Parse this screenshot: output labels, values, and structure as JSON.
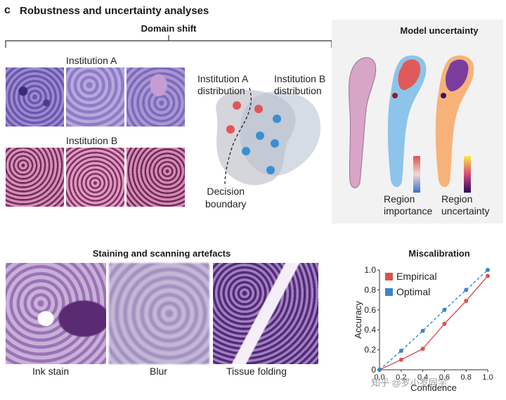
{
  "panel": {
    "letter": "c",
    "title": "Robustness and uncertainty analyses"
  },
  "domain_shift": {
    "title": "Domain shift",
    "institution_a": "Institution A",
    "institution_b": "Institution B",
    "dist_a": [
      "Institution A",
      "distribution"
    ],
    "dist_b": [
      "Institution B",
      "distribution"
    ],
    "boundary": [
      "Decision",
      "boundary"
    ]
  },
  "model_uncertainty": {
    "title": "Model uncertainty",
    "importance": [
      "Region",
      "importance"
    ],
    "uncertainty": [
      "Region",
      "uncertainty"
    ]
  },
  "artefacts": {
    "title": "Staining and scanning artefacts",
    "labels": [
      "Ink stain",
      "Blur",
      "Tissue folding"
    ]
  },
  "watermark": "知乎 @罗小罗同学",
  "chart_data": {
    "type": "line",
    "title": "Miscalibration",
    "xlabel": "Confidence",
    "ylabel": "Accuracy",
    "xlim": [
      0,
      1
    ],
    "ylim": [
      0,
      1
    ],
    "x_ticks": [
      "0.0",
      "0.2",
      "0.4",
      "0.6",
      "0.8",
      "1.0"
    ],
    "y_ticks": [
      "0",
      "0.2",
      "0.4",
      "0.6",
      "0.8",
      "1.0"
    ],
    "legend_position": "top-left",
    "series": [
      {
        "name": "Empirical",
        "color": "#d9534f",
        "style": "solid",
        "x": [
          0.0,
          0.2,
          0.4,
          0.6,
          0.8,
          1.0
        ],
        "y": [
          0.0,
          0.1,
          0.21,
          0.46,
          0.69,
          0.94
        ]
      },
      {
        "name": "Optimal",
        "color": "#3a86c8",
        "style": "dashed",
        "x": [
          0.0,
          0.2,
          0.4,
          0.6,
          0.8,
          1.0
        ],
        "y": [
          0.0,
          0.19,
          0.39,
          0.6,
          0.8,
          1.0
        ]
      }
    ]
  }
}
